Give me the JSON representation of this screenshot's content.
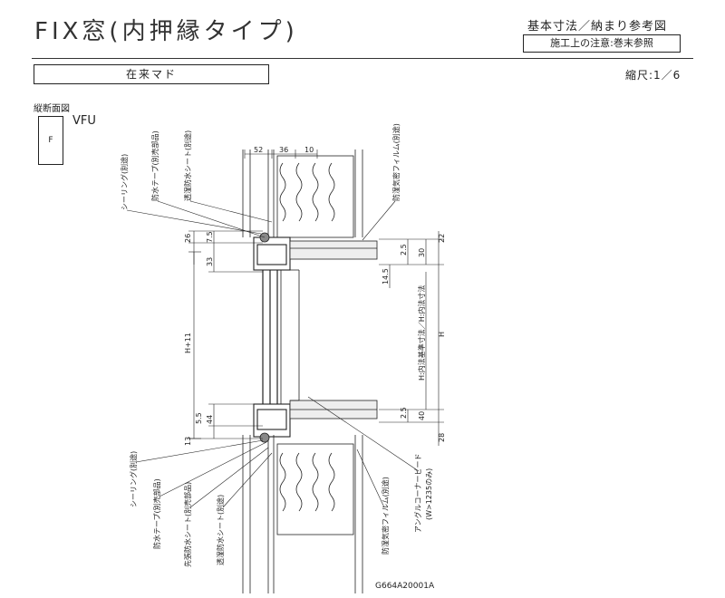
{
  "header": {
    "title": "FIX窓(内押縁タイプ)",
    "subtitle": "基本寸法／納まり参考図",
    "caution": "施工上の注意:巻末参照",
    "wall_type": "在来マド",
    "scale": "縮尺:1／6"
  },
  "section": {
    "label": "縦断面図",
    "type_icon_text": "F",
    "type_label": "VFU"
  },
  "dimensions": {
    "top_horizontal": [
      "52",
      "36",
      "10"
    ],
    "left_top": [
      "26",
      "7.5",
      "33"
    ],
    "left_main": "H+11",
    "left_bottom": [
      "5.5",
      "44",
      "13"
    ],
    "right_top": [
      "2.5",
      "30",
      "22"
    ],
    "right_top_small": "14.5",
    "right_bottom": [
      "2.5",
      "40",
      "28"
    ],
    "right_main": "H",
    "right_main_label": "H:内法基準寸法／H:内法寸法"
  },
  "callouts": {
    "top": [
      "シーリング(別途)",
      "防水テープ(別売部品)",
      "透湿防水シート(別途)",
      "防湿気密フィルム(別途)"
    ],
    "bottom": [
      "シーリング(別途)",
      "防水テープ(別売部品)",
      "先張防水シート(別売部品)",
      "透湿防水シート(別途)",
      "防湿気密フィルム(別途)"
    ],
    "angle_label": "アングルコーナービード",
    "angle_sub": "(W>1235のみ)"
  },
  "footer": {
    "drawing_code": "G664A20001A"
  }
}
